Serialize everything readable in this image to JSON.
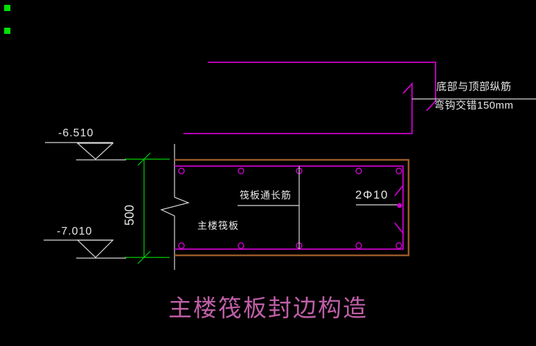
{
  "colors": {
    "background": "#000000",
    "rebar_magenta": "#cf00cf",
    "slab_outline_brown": "#9a5b28",
    "dimension_green": "#00d400",
    "line_white": "#dcdcdc",
    "text_white": "#e8e8e8",
    "title_magenta": "#bf5fa7",
    "grip_green": "#00e000"
  },
  "annotations": {
    "hook_note_line1": "底部与顶部纵筋",
    "hook_note_line2": "弯钩交错150mm",
    "elevation_top": "-6.510",
    "elevation_bottom": "-7.010",
    "dimension_500": "500",
    "through_bar_label": "筏板通长筋",
    "slab_label": "主楼筏板",
    "side_bar_label": "2Φ10"
  },
  "title": "主楼筏板封边构造"
}
